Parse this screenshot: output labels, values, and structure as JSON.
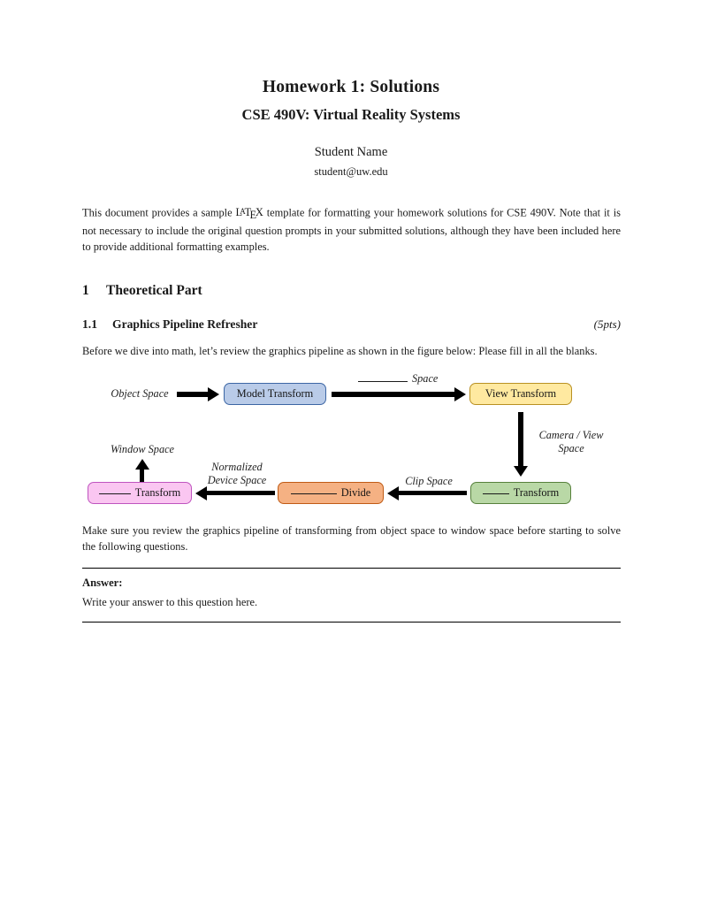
{
  "header": {
    "title": "Homework 1: Solutions",
    "subtitle": "CSE 490V: Virtual Reality Systems",
    "author": "Student Name",
    "email": "student@uw.edu"
  },
  "intro": {
    "pre_latex": "This document provides a sample ",
    "latex": {
      "L": "L",
      "A": "A",
      "T": "T",
      "E": "E",
      "X": "X"
    },
    "post_latex": " template for formatting your homework solutions for CSE 490V. Note that it is not necessary to include the original question prompts in your submitted solutions, although they have been included here to provide additional formatting examples."
  },
  "section": {
    "number": "1",
    "title": "Theoretical Part"
  },
  "subsection": {
    "number": "1.1",
    "title": "Graphics Pipeline Refresher",
    "points": "(5pts)"
  },
  "pipeline_intro": "Before we dive into math, let’s review the graphics pipeline as shown in the figure below: Please fill in all the blanks.",
  "figure": {
    "labels": {
      "object_space": "Object Space",
      "blank_space": "Space",
      "camera_view": [
        "Camera / View",
        "Space"
      ],
      "window_space": "Window Space",
      "normalized_device": [
        "Normalized",
        "Device Space"
      ],
      "clip_space": "Clip Space"
    },
    "boxes": {
      "model": {
        "label": "Model Transform",
        "fill": "#b9cbe8",
        "border": "#3c66a4",
        "has_blank": false
      },
      "view": {
        "label": "View Transform",
        "fill": "#ffe9a0",
        "border": "#b99022",
        "has_blank": false
      },
      "pink": {
        "label": "Transform",
        "fill": "#fac6f1",
        "border": "#bf54bf",
        "has_blank": true
      },
      "orange": {
        "label": "Divide",
        "fill": "#f5b183",
        "border": "#c05b15",
        "has_blank": true
      },
      "green": {
        "label": "Transform",
        "fill": "#b9d8a6",
        "border": "#57813c",
        "has_blank": true
      }
    }
  },
  "outro": "Make sure you review the graphics pipeline of transforming from object space to window space before starting to solve the following questions.",
  "answer": {
    "label": "Answer:",
    "body": "Write your answer to this question here."
  }
}
